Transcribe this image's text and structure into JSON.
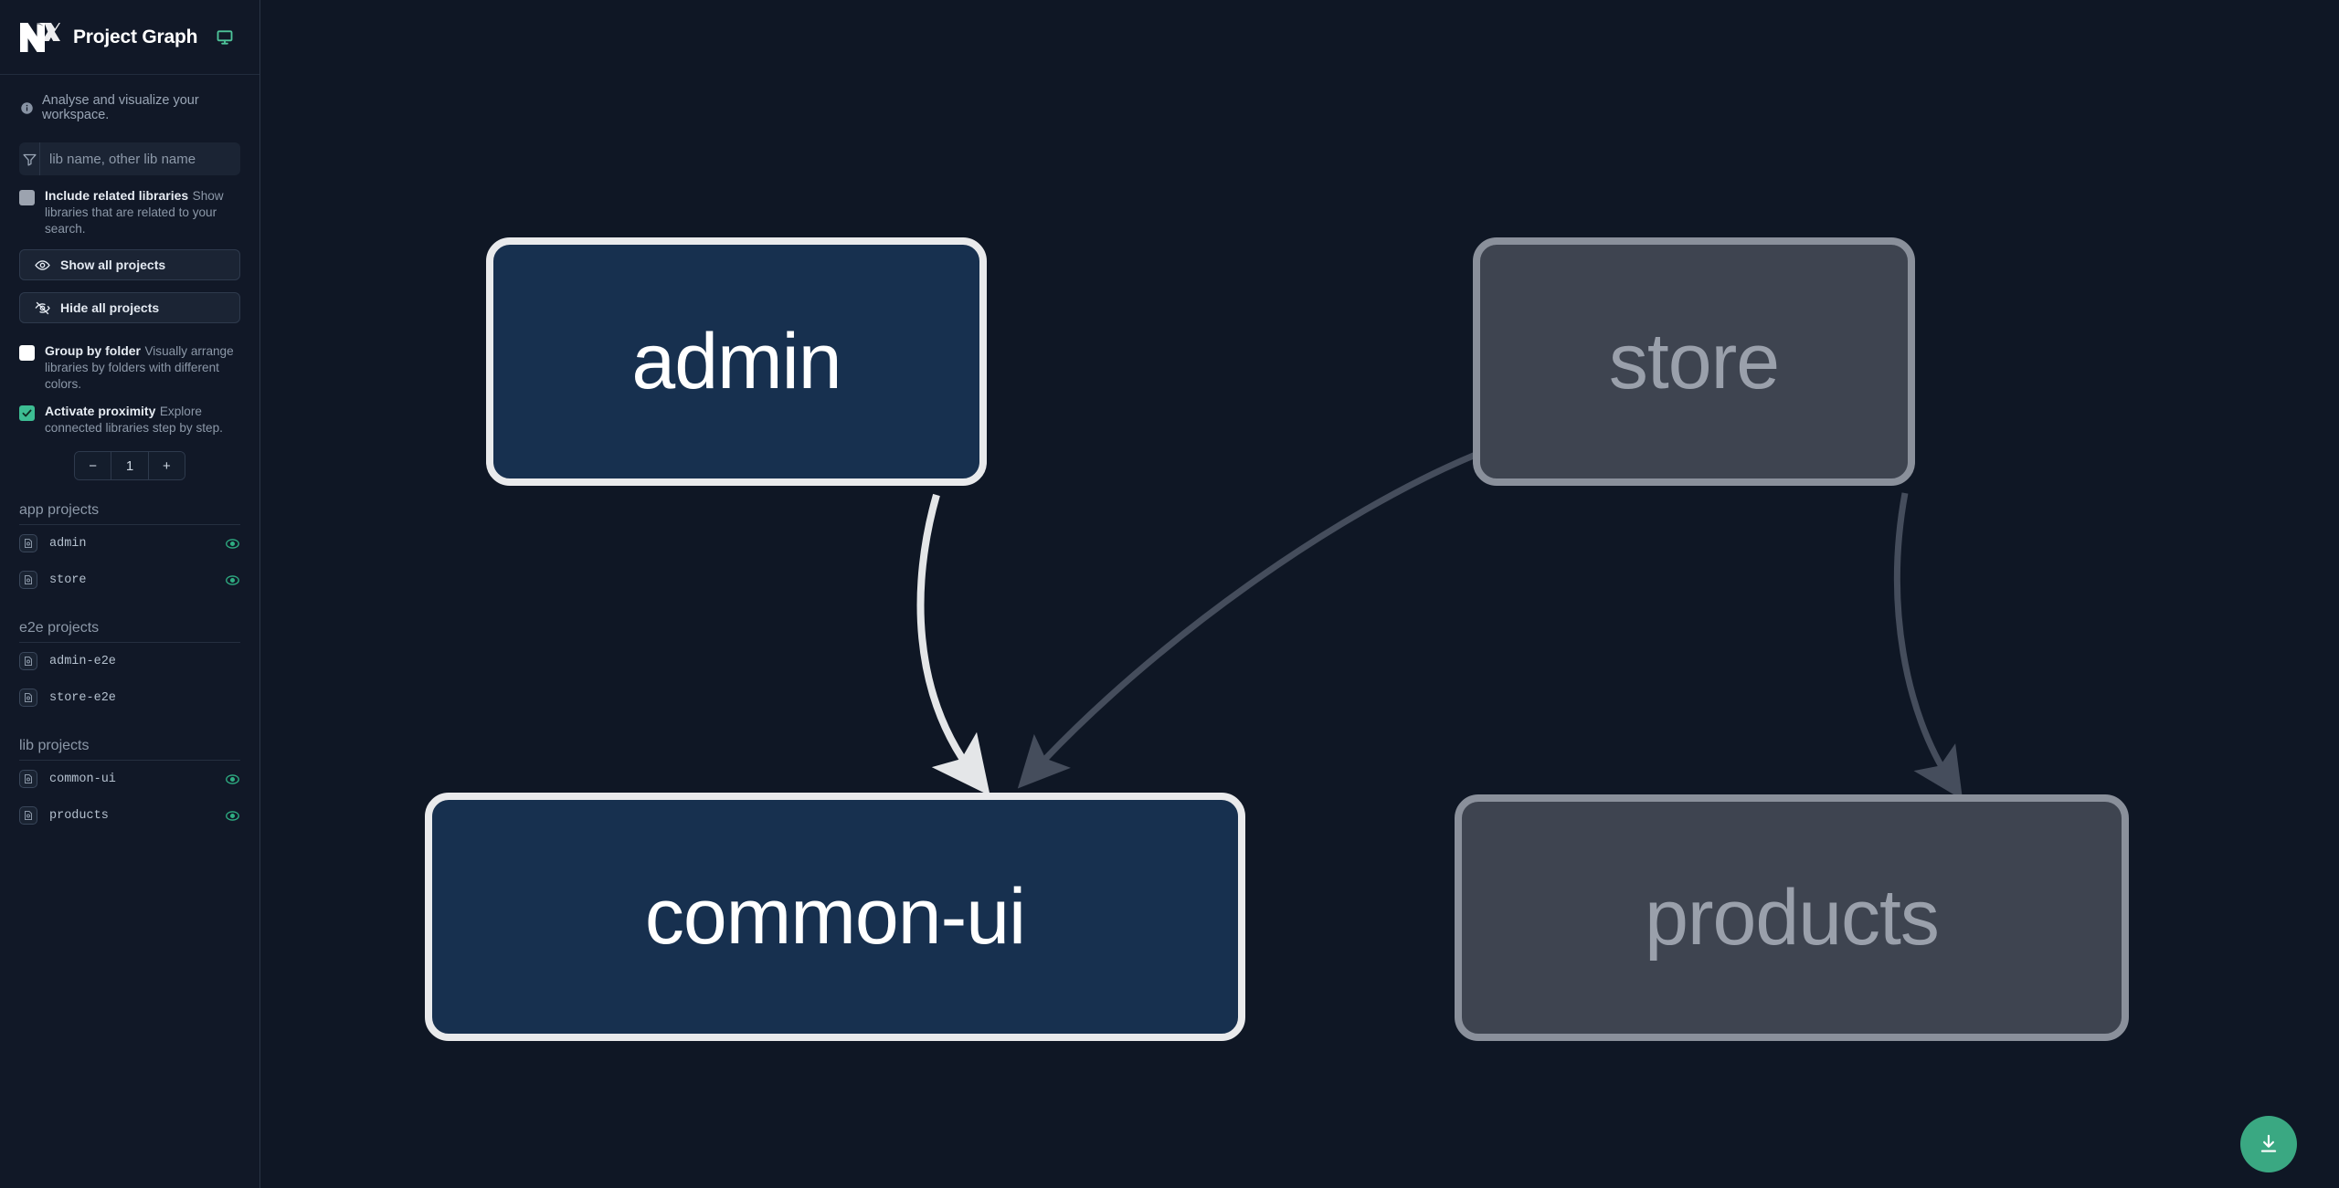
{
  "sidebar": {
    "brand": {
      "title": "Project Graph",
      "logo_icon": "nx-logo-icon",
      "monitor_icon": "monitor-icon"
    },
    "tagline": {
      "icon": "info-icon",
      "text": "Analyse and visualize your workspace."
    },
    "search": {
      "icon": "filter-icon",
      "value": "",
      "placeholder": "lib name, other lib name"
    },
    "options": [
      {
        "id": "include-related-libraries",
        "label": "Include related libraries",
        "description": "Show libraries that are related to your search.",
        "checked": false,
        "style": "gray"
      },
      {
        "id": "group-by-folder",
        "label": "Group by folder",
        "description": "Visually arrange libraries by folders with different colors.",
        "checked": false,
        "style": "white"
      },
      {
        "id": "activate-proximity",
        "label": "Activate proximity",
        "description": "Explore connected libraries step by step.",
        "checked": true,
        "style": "green"
      }
    ],
    "buttons": [
      {
        "id": "show-all-projects",
        "label": "Show all projects",
        "icon": "eye-icon"
      },
      {
        "id": "hide-all-projects",
        "label": "Hide all projects",
        "icon": "eye-off-icon"
      }
    ],
    "stepper": {
      "decrement": "−",
      "value": "1",
      "increment": "+"
    },
    "sections": [
      {
        "heading": "app projects",
        "projects": [
          {
            "name": "admin",
            "icon": "project-icon",
            "visible": true,
            "eye_icon": "eye-circle-icon"
          },
          {
            "name": "store",
            "icon": "project-icon",
            "visible": true,
            "eye_icon": "eye-circle-icon"
          }
        ]
      },
      {
        "heading": "e2e projects",
        "projects": [
          {
            "name": "admin-e2e",
            "icon": "project-icon",
            "visible": false,
            "eye_icon": ""
          },
          {
            "name": "store-e2e",
            "icon": "project-icon",
            "visible": false,
            "eye_icon": ""
          }
        ]
      },
      {
        "heading": "lib projects",
        "projects": [
          {
            "name": "common-ui",
            "icon": "project-icon",
            "visible": true,
            "eye_icon": "eye-circle-icon"
          },
          {
            "name": "products",
            "icon": "project-icon",
            "visible": true,
            "eye_icon": "eye-circle-icon"
          }
        ]
      }
    ]
  },
  "graph": {
    "nodes": [
      {
        "id": "admin",
        "label": "admin",
        "state": "focus"
      },
      {
        "id": "store",
        "label": "store",
        "state": "dim"
      },
      {
        "id": "common-ui",
        "label": "common-ui",
        "state": "focus"
      },
      {
        "id": "products",
        "label": "products",
        "state": "dim"
      }
    ],
    "edges": [
      {
        "from": "admin",
        "to": "common-ui",
        "state": "focus"
      },
      {
        "from": "store",
        "to": "common-ui",
        "state": "dim"
      },
      {
        "from": "store",
        "to": "products",
        "state": "dim"
      }
    ]
  },
  "download_button": {
    "icon": "download-icon",
    "label": ""
  },
  "colors": {
    "app_background": "#0f1725",
    "sidebar_background": "#111827",
    "node_focus_fill": "#17304f",
    "node_focus_border": "#e9eaec",
    "node_dim_fill": "#3e4450",
    "node_dim_border": "#8a909b",
    "edge_focus": "#e4e6e8",
    "edge_dim": "#454d5c",
    "accent_green": "#3aa882",
    "checkbox_checked": "#3dbd93"
  }
}
